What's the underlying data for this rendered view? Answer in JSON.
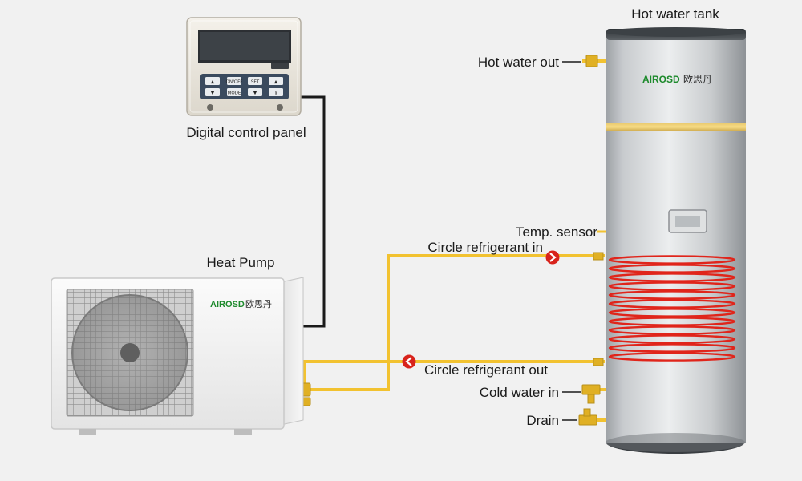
{
  "labels": {
    "hot_water_tank": "Hot water tank",
    "hot_water_out": "Hot water out",
    "digital_control_panel": "Digital control panel",
    "heat_pump": "Heat Pump",
    "temp_sensor": "Temp. sensor",
    "circle_refrigerant_in": "Circle refrigerant in",
    "circle_refrigerant_out": "Circle refrigerant out",
    "cold_water_in": "Cold water in",
    "drain": "Drain"
  },
  "brand": {
    "name_latin": "AIROSD",
    "name_cjk": "欧思丹"
  },
  "control_panel": {
    "buttons": [
      "▲",
      "ON/OFF",
      "SET",
      "▲",
      "▼",
      "MODE",
      "▼",
      "ℹ"
    ]
  },
  "colors": {
    "pipe": "#f2c230",
    "pipe_dark": "#d2a21c",
    "coil": "#e0251b",
    "brand_green": "#1d8a2c",
    "wire": "#1a1a1a",
    "arrow_marker": "#d8231c"
  }
}
